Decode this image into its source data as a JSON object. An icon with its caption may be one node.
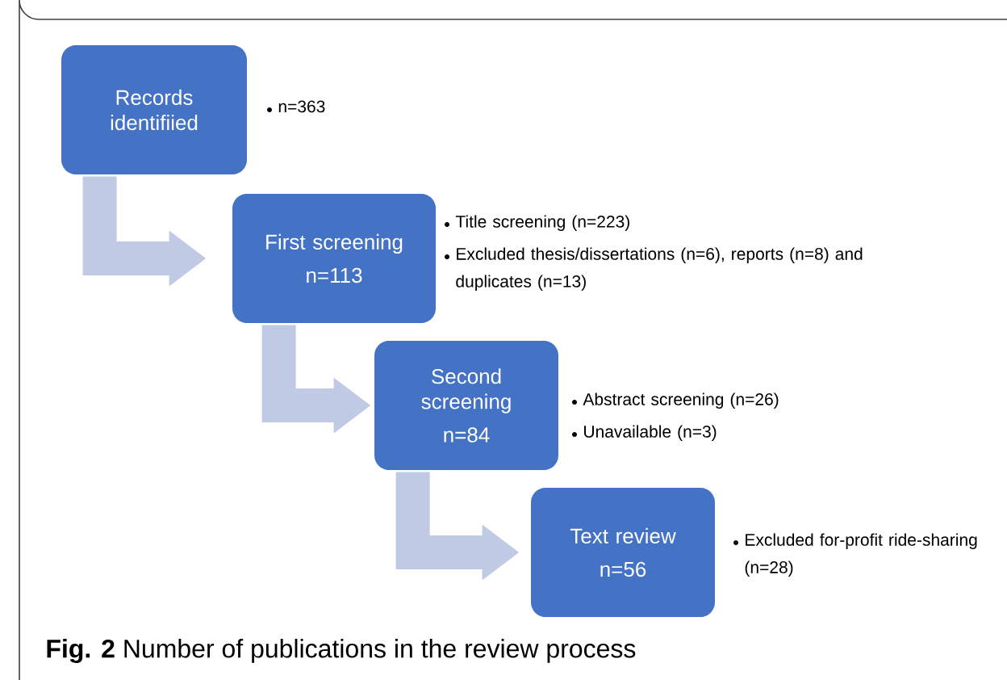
{
  "diagram": {
    "caption": "**Fig. 2** Number of publications in the review process",
    "nodes": [
      {
        "text": [
          "Records identifiied"
        ],
        "beside": [
          "n=363"
        ]
      },
      {
        "text": [
          "First screening",
          "n=113"
        ],
        "beside": [
          "Title screening (n=223)",
          "Excluded thesis/dissertations (n=6), reports (n=8) and duplicates (n=13)"
        ]
      },
      {
        "text": [
          "Second screening",
          "n=84"
        ],
        "beside": [
          "Abstract screening (n=26)",
          "Unavailable (n=3)"
        ]
      },
      {
        "text": [
          "Text review",
          "n=56"
        ],
        "beside": [
          "Excluded for-profit ride-sharing (n=28)"
        ]
      }
    ],
    "edges": [
      {
        "from": 0,
        "to": 1,
        "arrow": "to"
      },
      {
        "from": 1,
        "to": 2,
        "arrow": "to"
      },
      {
        "from": 2,
        "to": 3,
        "arrow": "to"
      }
    ]
  }
}
